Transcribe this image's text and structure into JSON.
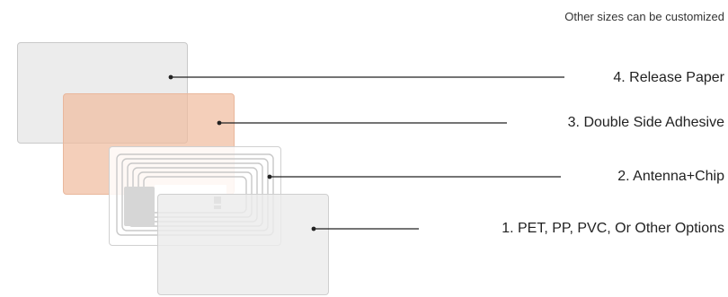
{
  "note": "Other sizes can be customized",
  "layers": {
    "release": "4.  Release Paper",
    "adhesive": "3. Double Side Adhesive",
    "antenna": "2. Antenna+Chip",
    "substrate": "1.  PET, PP, PVC, Or Other Options"
  },
  "colors": {
    "release": "#ececec",
    "adhesive": "#f0bca0",
    "antenna_coil": "#c8c8c8",
    "substrate": "#ececec",
    "leader": "#222222"
  }
}
